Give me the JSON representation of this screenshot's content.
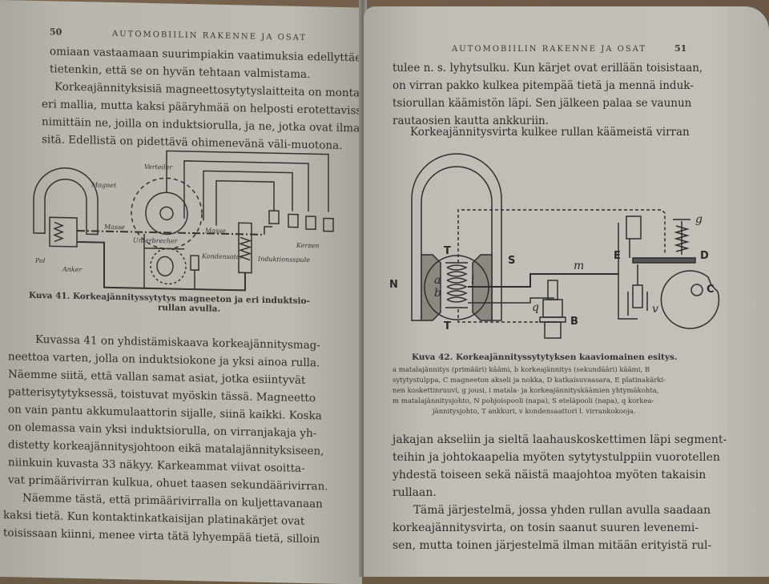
{
  "left_page": {
    "page_number": "50",
    "running_head": "AUTOMOBIILIN RAKENNE JA OSAT",
    "intro_paragraph": [
      "omiaan vastaamaan suurimpiakin vaatimuksia edellyttäen",
      "tietenkin, että se on hyvän tehtaan valmistama."
    ],
    "paragraph_2": [
      "Korkeajännityksisiä magneettosytytyslaitteita on monta",
      "eri mallia, mutta kaksi pääryhmää on helposti erotettavissa,",
      "nimittäin ne, joilla on induktsiorulla, ja ne, jotka ovat ilman",
      "sitä. Edellistä on pidettävä ohimenevänä väli-muotona."
    ],
    "figure_41": {
      "labels": {
        "magnet": "Magnet",
        "verteiler": "Verteiler",
        "masse_left": "Masse",
        "masse_right": "Masse",
        "unterbrecher": "Unterbrecher",
        "kondensator": "Kondensator",
        "induktionsspule": "Induktionsspule",
        "kerzen": "Kerzen",
        "pol": "Pol",
        "anker": "Anker"
      },
      "caption": "Kuva 41.  Korkeajännityssytytys magneeton ja eri induktsio-",
      "caption_line2": "rullan avulla."
    },
    "paragraph_3": [
      "Kuvassa 41 on yhdistämiskaava korkeajännitysmag-",
      "neettoa varten, jolla on induktsiokone ja yksi ainoa rulla.",
      "Näemme siitä, että vallan samat asiat, jotka esiintyvät",
      "patterisytytyksessä, toistuvat myöskin tässä. Magneetto",
      "on vain pantu akkumulaattorin sijalle, siinä kaikki. Koska",
      "on olemassa vain yksi induktsiorulla, on virranjakaja yh-",
      "distetty korkeajännitysjohtoon eikä matalajännityksiseen,",
      "niinkuin kuvasta 33 näkyy. Karkeammat viivat osoitta-",
      "vat primäärivirran kulkua, ohuet taasen sekundäärivirran."
    ],
    "paragraph_4": [
      "Näemme tästä, että primäärivirralla on kuljettavanaan",
      "kaksi tietä. Kun kontaktinkatkaisijan platinakärjet ovat",
      "toisissaan kiinni, menee virta tätä lyhyempää tietä, silloin"
    ]
  },
  "right_page": {
    "page_number": "51",
    "running_head": "AUTOMOBIILIN RAKENNE JA OSAT",
    "paragraph_1": [
      "tulee n. s. lyhytsulku. Kun kärjet ovat erillään toisistaan,",
      "on virran pakko kulkea pitempää tietä ja mennä induk-",
      "tsiorullan käämistön läpi. Sen jälkeen palaa se vaunun",
      "rautaosien kautta ankkuriin."
    ],
    "paragraph_2_start": "Korkeajännitysvirta kulkee rullan käämeistä virran",
    "figure_42": {
      "letters": {
        "N": "N",
        "S": "S",
        "T_top": "T",
        "T_bottom": "T",
        "a": "a",
        "b": "b",
        "i": "i",
        "m": "m",
        "q": "q",
        "B": "B",
        "E": "E",
        "D": "D",
        "g": "g",
        "C": "C",
        "v": "v"
      },
      "caption_title": "Kuva 42.  Korkeajännityssytytyksen kaaviomainen esitys.",
      "legend_lines": [
        "a matalajännitys (primääri) käämi, b korkeajännitys (sekundääri) käämi, B",
        "sytytystulppa, C magneeton akseli ja nokka, D katkaisuvaasara, E platinakärki-",
        "nen koskettinruuvi, g jousi, i matala- ja korkeajännityskäämien yhtymäkohta,",
        "m matalajännitysjohto, N pohjoispooli (napa), S eteläpooli (napa), q korkea-",
        "jännitysjohto, T ankkuri, v kondensaattori l. virrankokooja."
      ]
    },
    "paragraph_3": [
      "jakajan akseliin ja sieltä laahauskoskettimen läpi segment-",
      "teihin ja johtokaapelia myöten sytytystulppiin vuorotellen",
      "yhdestä toiseen sekä näistä maajohtoa myöten takaisin",
      "rullaan."
    ],
    "paragraph_4": [
      "Tämä järjestelmä, jossa yhden rullan avulla saadaan",
      "korkeajännitysvirta, on tosin saanut suuren levenemi-",
      "sen, mutta toinen järjestelmä ilman mitään erityistä rul-"
    ]
  },
  "colors": {
    "paper": "#bdbbb2",
    "ink": "#2f2d2a",
    "table": "#6b5a44"
  }
}
